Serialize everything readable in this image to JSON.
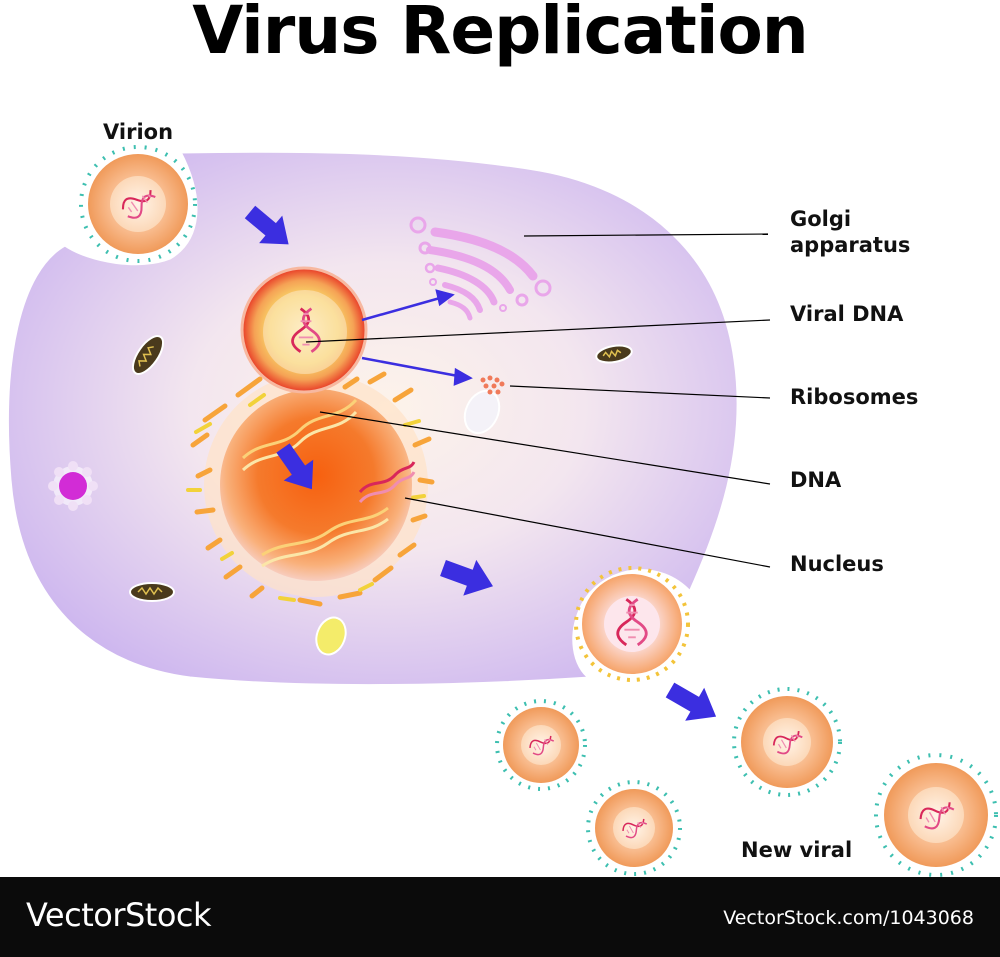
{
  "title": "Virus Replication",
  "labels": {
    "virion": "Virion",
    "golgi_line1": "Golgi",
    "golgi_line2": "apparatus",
    "viral_dna": "Viral DNA",
    "ribosomes": "Ribosomes",
    "dna": "DNA",
    "nucleus": "Nucleus",
    "new_viral": "New viral"
  },
  "footer": {
    "brand": "VectorStock",
    "stock_id": "VectorStock.com/1043068"
  },
  "colors": {
    "cell_membrane": "#d9c6f3",
    "cytoplasm_light": "#fbeee6",
    "nucleus_core": "#f25a12",
    "nucleus_glow": "#fcc29a",
    "virus_capsid": "#f5a46a",
    "virus_spike": "#3dbfb0",
    "viral_dna": "#d8275a",
    "arrow": "#3b2ee0",
    "golgi": "#e9a6ea"
  },
  "icons": [
    "dna-helix-icon",
    "process-arrow-icon",
    "mitochondrion-icon",
    "vesicle-icon",
    "ribosome-icon"
  ]
}
